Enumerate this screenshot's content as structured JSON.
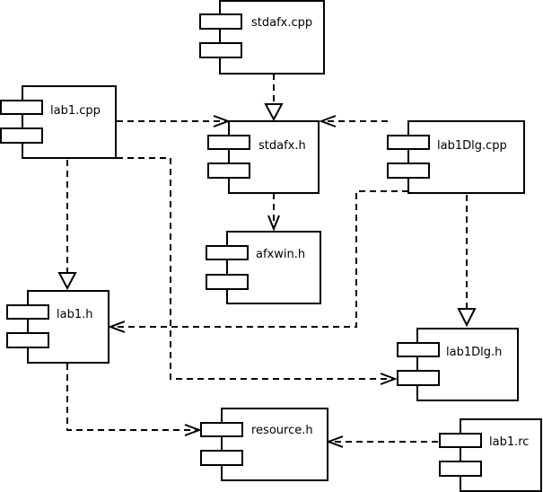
{
  "components": {
    "stdafx_cpp": "stdafx.cpp",
    "lab1_cpp": "lab1.cpp",
    "stdafx_h": "stdafx.h",
    "lab1dlg_cpp": "lab1Dlg.cpp",
    "afxwin_h": "afxwin.h",
    "lab1_h": "lab1.h",
    "lab1dlg_h": "lab1Dlg.h",
    "resource_h": "resource.h",
    "lab1_rc": "lab1.rc"
  }
}
